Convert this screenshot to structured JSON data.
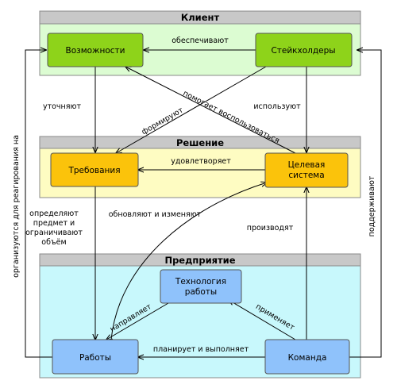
{
  "groups": {
    "client": {
      "title": "Клиент",
      "fill": "#dcfcd2",
      "header": "#c8c8c8"
    },
    "solution": {
      "title": "Решение",
      "fill": "#fefcc2",
      "header": "#c8c8c8"
    },
    "enterprise": {
      "title": "Предприятие",
      "fill": "#c8f8fc",
      "header": "#c8c8c8"
    }
  },
  "nodes": {
    "opportunities": {
      "label": "Возможности",
      "fill": "#8ed31a"
    },
    "stakeholders": {
      "label": "Стейкхолдеры",
      "fill": "#8ed31a"
    },
    "requirements": {
      "label": "Требования",
      "fill": "#fbc30b"
    },
    "target_system": {
      "line1": "Целевая",
      "line2": "система",
      "fill": "#fbc30b"
    },
    "work_tech": {
      "line1": "Технология",
      "line2": "работы",
      "fill": "#8fc2fb"
    },
    "work": {
      "label": "Работы",
      "fill": "#8fc2fb"
    },
    "team": {
      "label": "Команда",
      "fill": "#8fc2fb"
    }
  },
  "edges": {
    "provide": "обеспечивают",
    "refine": "уточняют",
    "use": "используют",
    "helps_use": "помогает воспользоваться",
    "form": "формируют",
    "satisfies": "удовлетворяет",
    "define_1": "определяют",
    "define_2": "предмет и",
    "define_3": "ограничивают",
    "define_4": "объём",
    "update": "обновляют и изменяют",
    "produce": "производят",
    "directs": "направляет",
    "applies": "применяет",
    "plans": "планирует и выполняет",
    "organized": "организуются для реагирования на",
    "support": "поддерживают"
  }
}
